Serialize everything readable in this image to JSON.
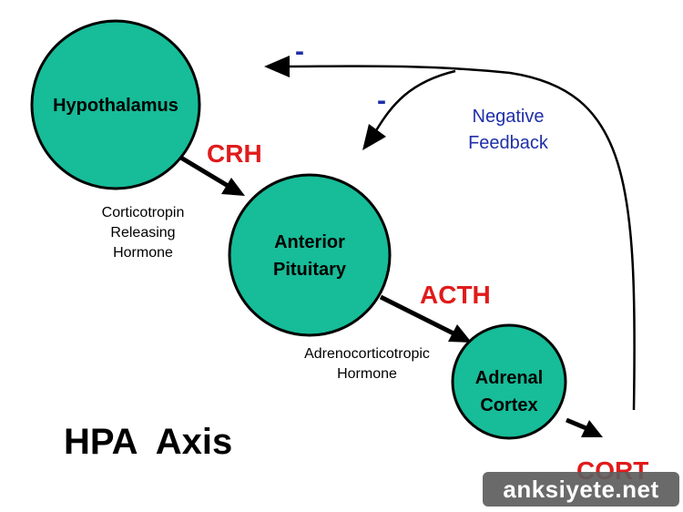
{
  "title": "HPA  Axis",
  "nodes": {
    "hypothalamus": {
      "label": "Hypothalamus"
    },
    "pituitary": {
      "line1": "Anterior",
      "line2": "Pituitary"
    },
    "adrenal": {
      "line1": "Adrenal",
      "line2": "Cortex"
    }
  },
  "hormones": {
    "crh": {
      "abbr": "CRH",
      "line1": "Corticotropin",
      "line2": "Releasing",
      "line3": "Hormone"
    },
    "acth": {
      "abbr": "ACTH",
      "line1": "Adrenocorticotropic",
      "line2": "Hormone"
    },
    "cort": {
      "abbr": "CORT"
    }
  },
  "feedback": {
    "line1": "Negative",
    "line2": "Feedback",
    "sign_top": "-",
    "sign_mid": "-"
  },
  "colors": {
    "node_fill": "#17BC98",
    "hormone_text": "#E01B1B",
    "feedback_text": "#1F2FA8"
  },
  "watermark": "anksiyete.net"
}
